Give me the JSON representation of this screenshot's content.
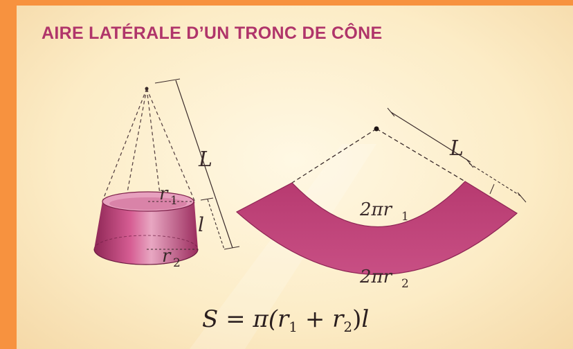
{
  "title": "AIRE LATÉRALE D’UN TRONC DE CÔNE",
  "labels": {
    "L_cone": "L",
    "r1_cone": "r",
    "r1_cone_sub": "1",
    "l_cone": "l",
    "r2_cone": "r",
    "r2_cone_sub": "2",
    "L_dev": "L",
    "arc1": "2πr",
    "arc1_sub": "1",
    "arc2": "2πr",
    "arc2_sub": "2"
  },
  "formula": {
    "lhs": "S = π(",
    "r1": "r",
    "r1_sub": "1",
    "plus": " + ",
    "r2": "r",
    "r2_sub": "2",
    "rhs": ")",
    "l": "l"
  },
  "colors": {
    "background": "#f7923f",
    "panel": "#fcecc6",
    "title": "#b0356a",
    "solid": "#c2457a",
    "solid_light": "#e39ab8",
    "solid_dark": "#8e2655"
  }
}
